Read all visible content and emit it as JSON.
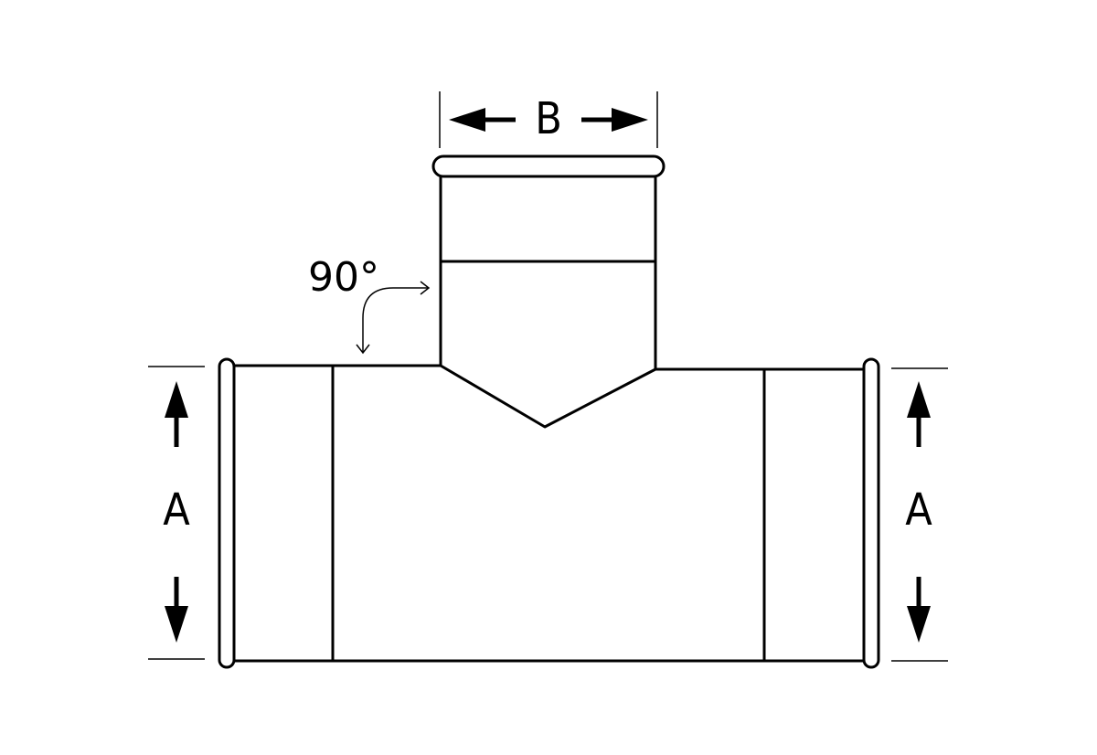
{
  "labels": {
    "branch_dimension": "B",
    "left_run_dimension": "A",
    "right_run_dimension": "A",
    "branch_angle": "90°"
  },
  "colors": {
    "stroke": "#000000",
    "background": "#ffffff"
  }
}
